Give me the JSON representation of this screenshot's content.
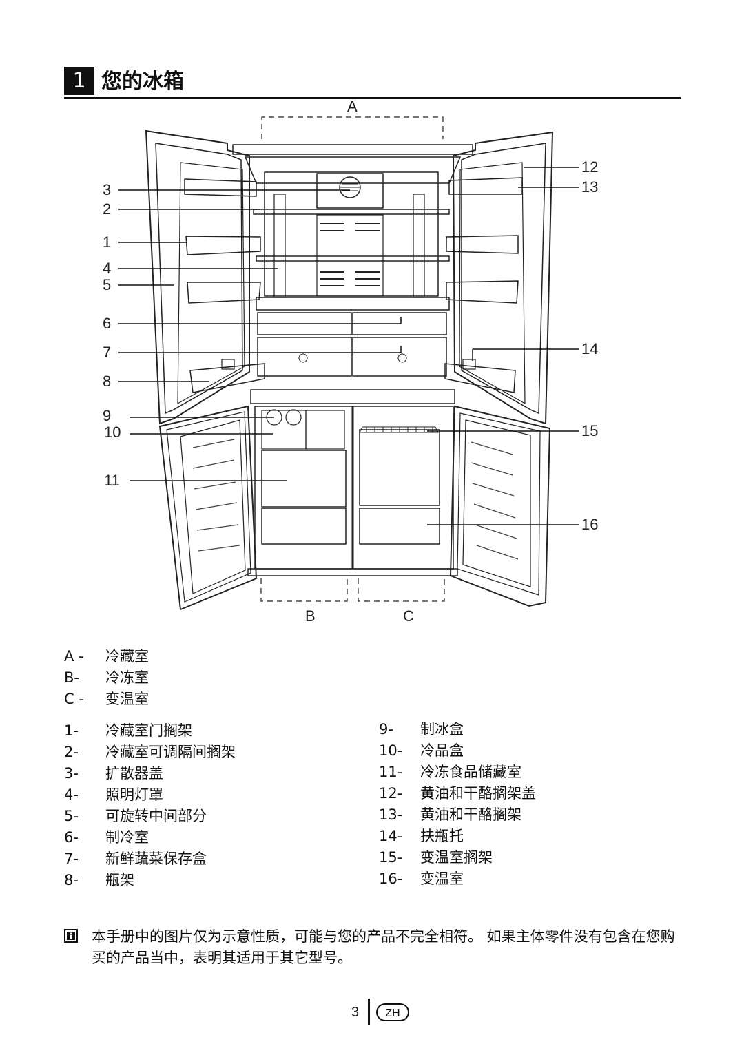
{
  "section": {
    "number": "1",
    "title": "您的冰箱"
  },
  "diagram": {
    "zones": [
      "A",
      "B",
      "C"
    ],
    "left_callouts": [
      "3",
      "2",
      "1",
      "4",
      "5",
      "6",
      "7",
      "8",
      "9",
      "10",
      "11"
    ],
    "right_callouts": [
      "12",
      "13",
      "14",
      "15",
      "16"
    ]
  },
  "compartments": [
    {
      "key": "A -",
      "text": "冷藏室"
    },
    {
      "key": "B-",
      "text": "冷冻室"
    },
    {
      "key": "C -",
      "text": "变温室"
    }
  ],
  "parts_left": [
    {
      "key": "1-",
      "text": "冷藏室门搁架"
    },
    {
      "key": "2-",
      "text": "冷藏室可调隔间搁架"
    },
    {
      "key": "3-",
      "text": "扩散器盖"
    },
    {
      "key": "4-",
      "text": "照明灯罩"
    },
    {
      "key": "5-",
      "text": "可旋转中间部分"
    },
    {
      "key": "6-",
      "text": "制冷室"
    },
    {
      "key": "7-",
      "text": "新鲜蔬菜保存盒"
    },
    {
      "key": "8-",
      "text": "瓶架"
    }
  ],
  "parts_right": [
    {
      "key": "9-",
      "text": "制冰盒"
    },
    {
      "key": "10-",
      "text": "冷品盒"
    },
    {
      "key": "11-",
      "text": "冷冻食品储藏室"
    },
    {
      "key": "12-",
      "text": "黄油和干酪搁架盖"
    },
    {
      "key": "13-",
      "text": "黄油和干酪搁架"
    },
    {
      "key": "14-",
      "text": "扶瓶托"
    },
    {
      "key": "15-",
      "text": "变温室搁架"
    },
    {
      "key": "16-",
      "text": "变温室"
    }
  ],
  "note": {
    "icon": "info-icon",
    "text": "本手册中的图片仅为示意性质，可能与您的产品不完全相符。 如果主体零件没有包含在您购买的产品当中，表明其适用于其它型号。"
  },
  "footer": {
    "page": "3",
    "lang": "ZH"
  }
}
